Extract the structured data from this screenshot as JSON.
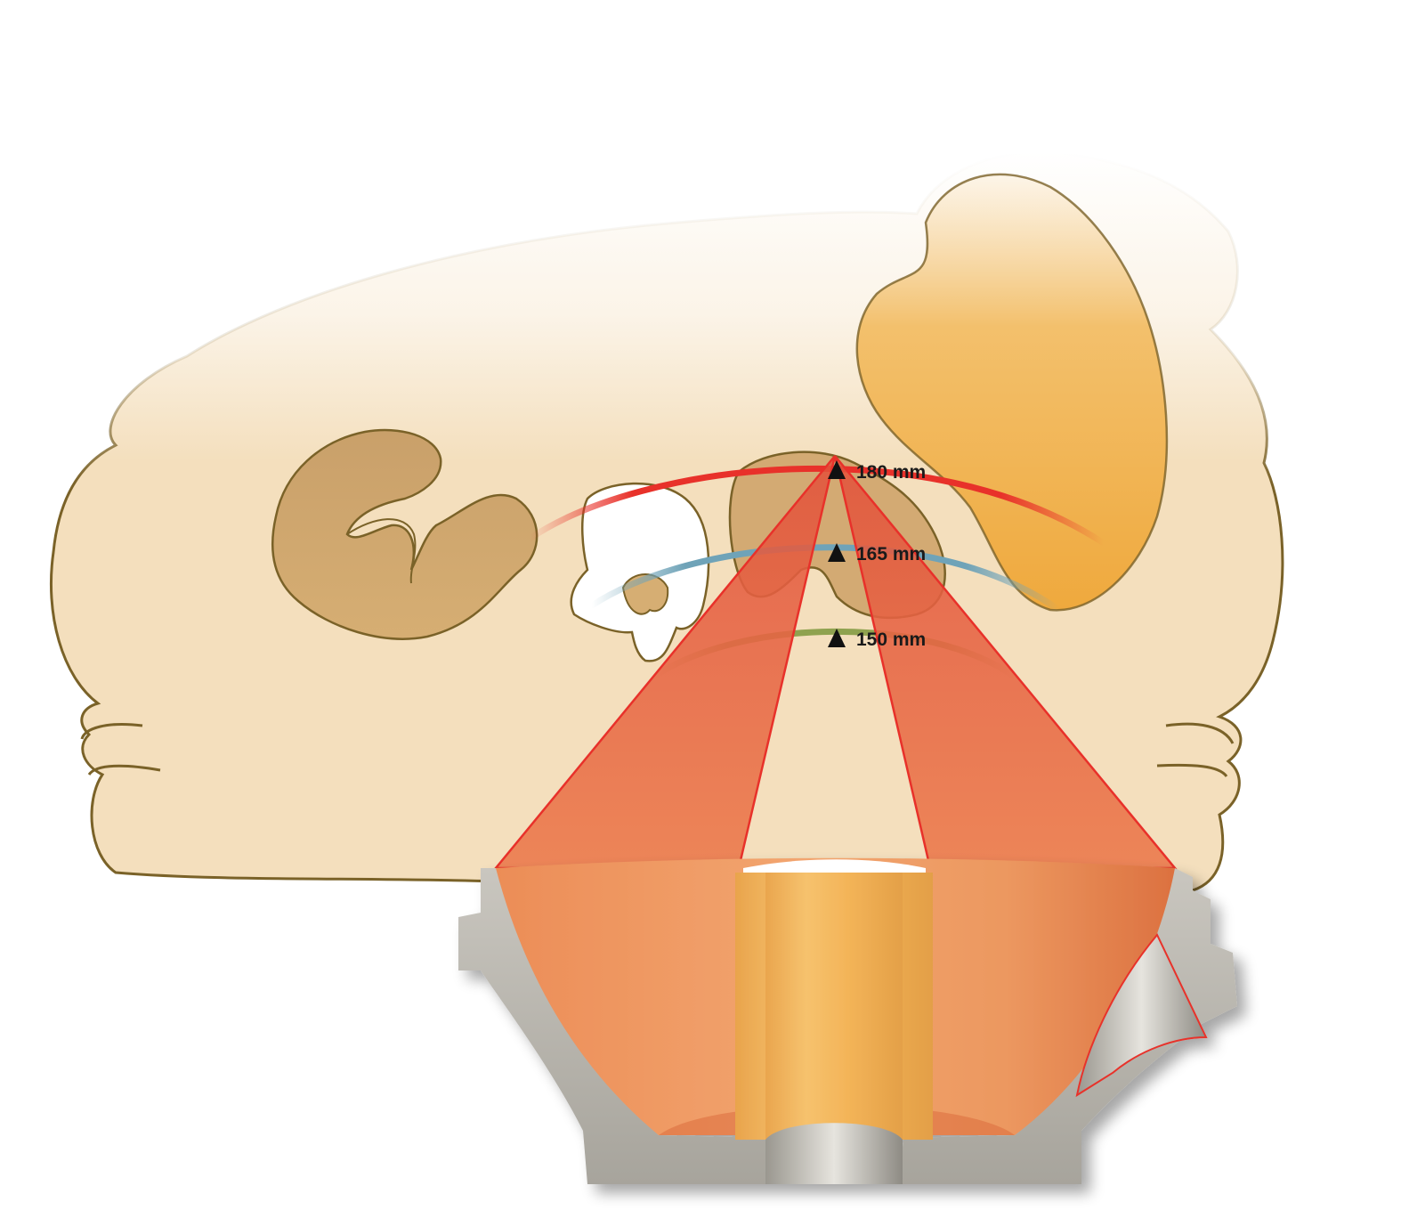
{
  "focus_markers": [
    {
      "id": "focus-180",
      "label": "180 mm",
      "arc_color": "#e8312a"
    },
    {
      "id": "focus-165",
      "label": "165 mm",
      "arc_color": "#6fa3b8"
    },
    {
      "id": "focus-150",
      "label": "150 mm",
      "arc_color": "#8fa24f"
    }
  ],
  "colors": {
    "background": "#ffffff",
    "body": "#f4dfbd",
    "body_outline": "#7a6228",
    "organs": "#d2aa6c",
    "liver": "#f0b24a",
    "shockwave_cone": "#ec7d4f",
    "beam_edge": "#e8312a",
    "transducer_cup": "#ef9a62",
    "source_cylinder": "#f3b45a",
    "housing": "#b9b6ae"
  }
}
